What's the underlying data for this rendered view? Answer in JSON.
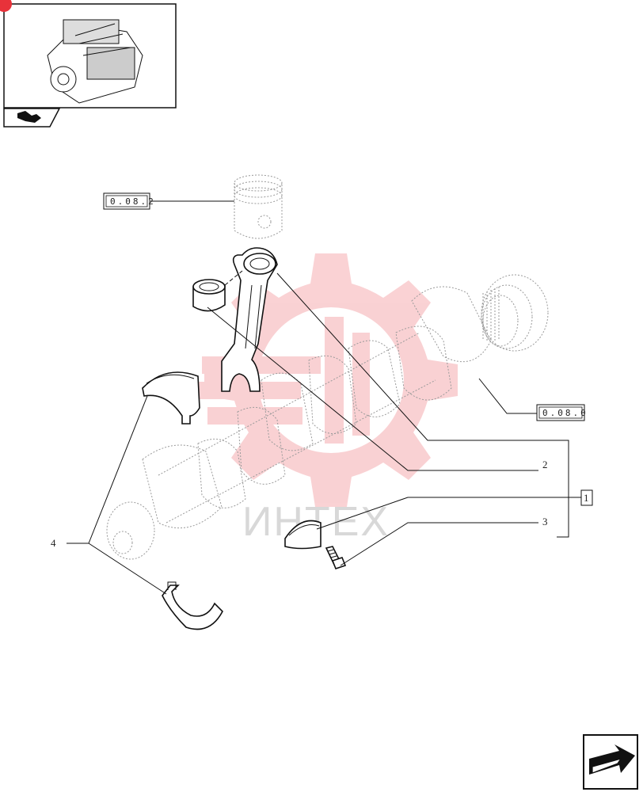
{
  "references": {
    "piston_ref": "0.08.2",
    "crankshaft_ref": "0.08.0"
  },
  "callouts": {
    "item_1": "1",
    "item_2": "2",
    "item_3": "3",
    "item_4": "4"
  },
  "watermark": {
    "text": "ИНТЕХ",
    "logo_color": "#e8323a"
  },
  "colors": {
    "line": "#111111",
    "ghost_line": "#9a9a9a",
    "background": "#ffffff"
  },
  "icons": {
    "thumbnail": "engine-thumbnail-icon",
    "section_tab": "section-tab-icon",
    "next_page": "next-page-arrow-icon"
  }
}
